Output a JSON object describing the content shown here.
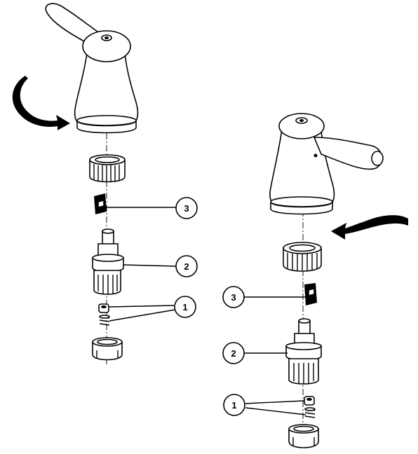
{
  "colors": {
    "ink": "#000000",
    "paper": "#ffffff"
  },
  "callouts": {
    "left": {
      "part1": "1",
      "part2": "2",
      "part3": "3"
    },
    "right": {
      "part1": "1",
      "part2": "2",
      "part3": "3"
    }
  },
  "icons": {
    "rotate_arrow_left": "curved-arrow-clockwise-icon",
    "rotate_arrow_right": "curved-arrow-counterclockwise-icon"
  }
}
